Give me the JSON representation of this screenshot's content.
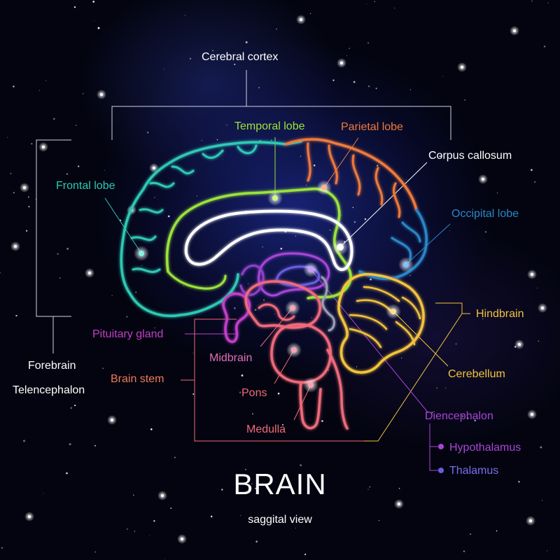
{
  "title": "BRAIN",
  "subtitle": "saggital view",
  "labels": {
    "cerebral_cortex": "Cerebral cortex",
    "temporal_lobe": "Temporal lobe",
    "parietal_lobe": "Parietal lobe",
    "corpus_callosum": "Corpus callosum",
    "frontal_lobe": "Frontal lobe",
    "occipital_lobe": "Occipital lobe",
    "hindbrain": "Hindbrain",
    "pituitary_gland": "Pituitary gland",
    "midbrain": "Midbrain",
    "cerebellum": "Cerebellum",
    "brain_stem": "Brain stem",
    "pons": "Pons",
    "medulla": "Medulla",
    "diencephalon": "Diencephalon",
    "hypothalamus": "Hypothalamus",
    "thalamus": "Thalamus",
    "forebrain": "Forebrain",
    "telencephalon": "Telencephalon"
  },
  "colors": {
    "frontal": "#2ec9b4",
    "temporal": "#9be33a",
    "parietal": "#f07a3a",
    "corpus_callosum": "#ffffff",
    "occipital": "#2a86c8",
    "cerebellum": "#f4c33c",
    "diencephalon": "#a845d8",
    "thalamus": "#6a5de0",
    "brain_stem": "#f06a7a",
    "pituitary": "#c23fc8",
    "text_white": "#ffffff"
  }
}
